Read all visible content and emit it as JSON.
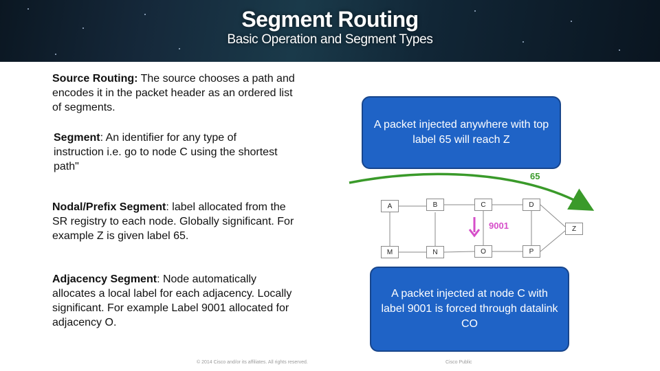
{
  "header": {
    "title": "Segment Routing",
    "subtitle": "Basic Operation and Segment Types"
  },
  "paragraphs": {
    "source_routing": {
      "term": "Source Routing:",
      "text": " The source chooses a path and encodes it in the packet header as an ordered list of segments."
    },
    "segment": {
      "term": "Segment",
      "text": ": An identifier for any type of instruction i.e.  go to node C using the shortest path\""
    },
    "nodal": {
      "term": "Nodal/Prefix Segment",
      "text": ": label allocated from the SR registry to each node. Globally significant. For example Z is given label 65."
    },
    "adjacency": {
      "term": "Adjacency Segment",
      "text": ": Node automatically allocates a local label for each adjacency. Locally significant. For example Label 9001 allocated for adjacency O."
    }
  },
  "callouts": {
    "top": "A packet injected anywhere with top label 65 will reach Z",
    "bottom": "A packet injected at node C with label 9001 is forced through datalink CO"
  },
  "diagram": {
    "nodes": {
      "a": "A",
      "b": "B",
      "c": "C",
      "d": "D",
      "m": "M",
      "n": "N",
      "o": "O",
      "p": "P",
      "z": "Z"
    },
    "label_65": "65",
    "label_9001": "9001",
    "colors": {
      "green_arrow": "#3a9a2a",
      "pink_arrow": "#d64ec9",
      "callout_blue": "#1f63c6"
    }
  },
  "footer": {
    "copyright": "© 2014  Cisco and/or its affiliates. All rights reserved.",
    "classification": "Cisco Public"
  }
}
